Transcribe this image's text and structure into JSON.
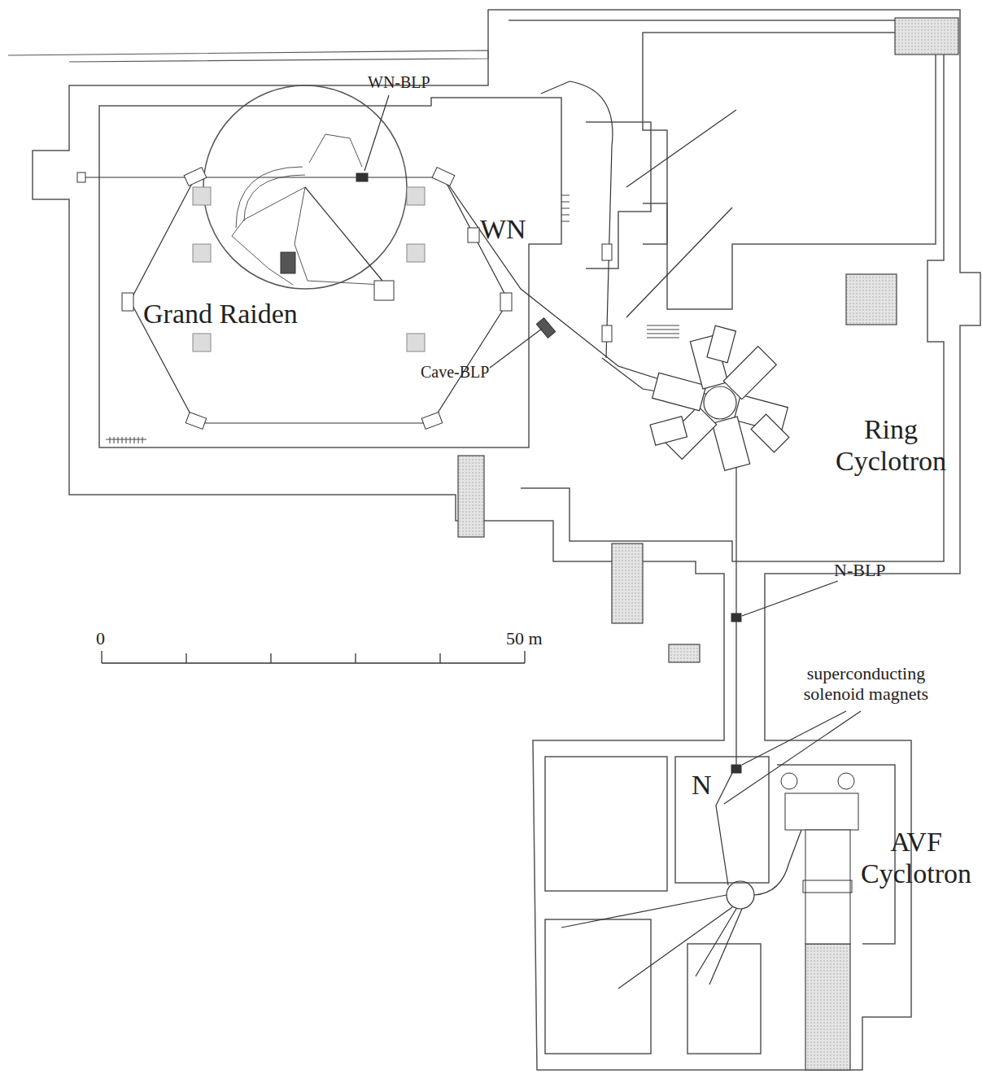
{
  "diagram": {
    "labels": [
      "WN-BLP",
      "WN",
      "Grand Raiden",
      "Cave-BLP",
      "Ring Cyclotron",
      "N-BLP",
      "0",
      "50 m",
      "superconducting solenoid magnets",
      "N",
      "AVF Cyclotron"
    ]
  }
}
